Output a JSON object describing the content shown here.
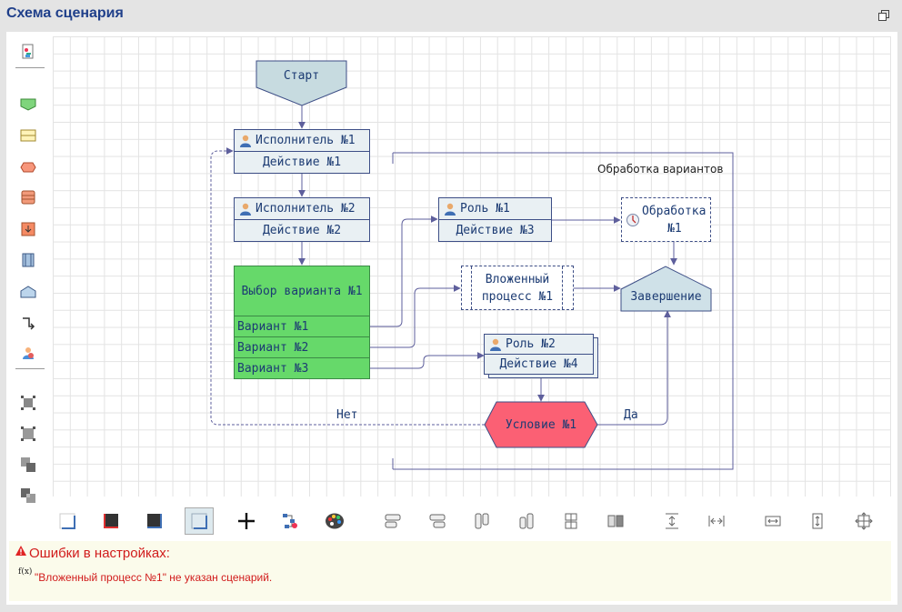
{
  "panel": {
    "title": "Схема сценария"
  },
  "left_toolbar": {
    "items": [
      {
        "name": "scenario-settings",
        "icon": "settings-doc-icon"
      },
      {
        "name": "start-element",
        "icon": "start-shape-icon"
      },
      {
        "name": "action-element",
        "icon": "action-shape-icon"
      },
      {
        "name": "choice-element",
        "icon": "choice-shape-icon"
      },
      {
        "name": "variants-element",
        "icon": "variants-shape-icon"
      },
      {
        "name": "timer-element",
        "icon": "timer-shape-icon"
      },
      {
        "name": "subprocess-element",
        "icon": "subprocess-shape-icon"
      },
      {
        "name": "end-element",
        "icon": "end-shape-icon"
      },
      {
        "name": "connector-element",
        "icon": "connector-icon"
      },
      {
        "name": "role-element",
        "icon": "role-shape-icon"
      },
      {
        "name": "select-group",
        "icon": "select-group-icon"
      },
      {
        "name": "select-area",
        "icon": "select-area-icon"
      },
      {
        "name": "bring-front",
        "icon": "bring-front-icon"
      },
      {
        "name": "send-back",
        "icon": "send-back-icon"
      }
    ]
  },
  "diagram": {
    "start": "Старт",
    "step1": {
      "performer": "Исполнитель №1",
      "action": "Действие №1"
    },
    "step2": {
      "performer": "Исполнитель №2",
      "action": "Действие №2"
    },
    "choice": {
      "title": "Выбор варианта №1",
      "variants": [
        "Вариант №1",
        "Вариант №2",
        "Вариант №3"
      ]
    },
    "role1": {
      "role": "Роль №1",
      "action": "Действие №3"
    },
    "processing": {
      "line1": "Обработка",
      "line2": "№1"
    },
    "subprocess": {
      "line1": "Вложенный",
      "line2": "процесс №1"
    },
    "end": "Завершение",
    "role2": {
      "role": "Роль №2",
      "action": "Действие №4"
    },
    "condition": "Условие №1",
    "label_no": "Нет",
    "label_yes": "Да",
    "group_title": "Обработка вариантов",
    "colors": {
      "start_fill": "#c7dbe0",
      "choice_fill": "#66d96a",
      "condition_fill": "#fb6074",
      "box_border": "#3d4e86",
      "arrow": "#5e5f9c"
    }
  },
  "bottom_toolbar": {
    "buttons": [
      "style-light-icon",
      "style-red-icon",
      "style-dark-icon",
      "style-selected-icon",
      "add-icon",
      "layout-icon",
      "palette-icon",
      "align-left-icon",
      "align-right-icon",
      "align-top-icon",
      "align-bottom-icon",
      "align-center-icon",
      "align-middle-icon",
      "space-vertical-icon",
      "space-horizontal-icon",
      "fit-width-icon",
      "fit-height-icon",
      "fit-all-icon"
    ]
  },
  "errors": {
    "title": "Ошибки в настройках:",
    "fx_label": "f(x)",
    "items": [
      "\"Вложенный процесс №1\" не указан сценарий."
    ]
  }
}
